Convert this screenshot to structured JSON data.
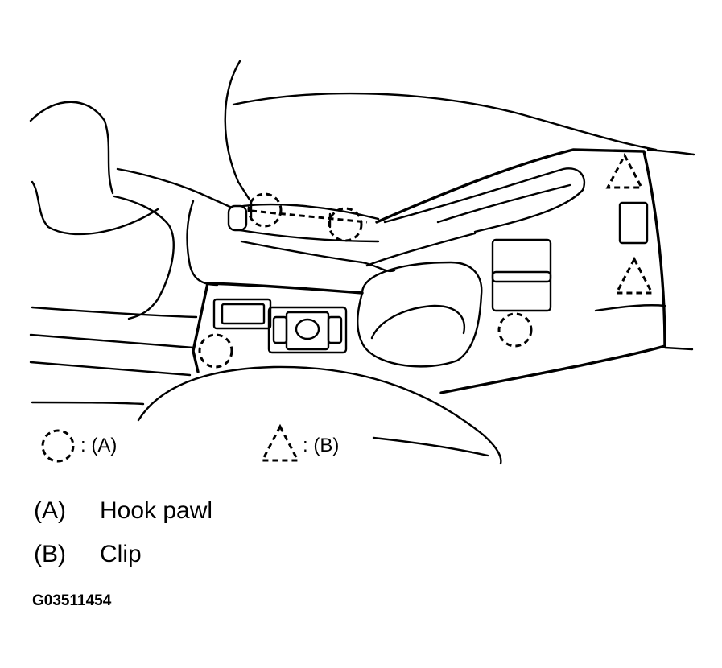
{
  "legend": {
    "a_marker_label": ": (A)",
    "b_marker_label": ": (B)",
    "a_marker_icon": "dashed-circle-icon",
    "b_marker_icon": "dashed-triangle-icon"
  },
  "key": [
    {
      "letter": "(A)",
      "text": "Hook pawl"
    },
    {
      "letter": "(B)",
      "text": "Clip"
    }
  ],
  "figure_code": "G03511454"
}
